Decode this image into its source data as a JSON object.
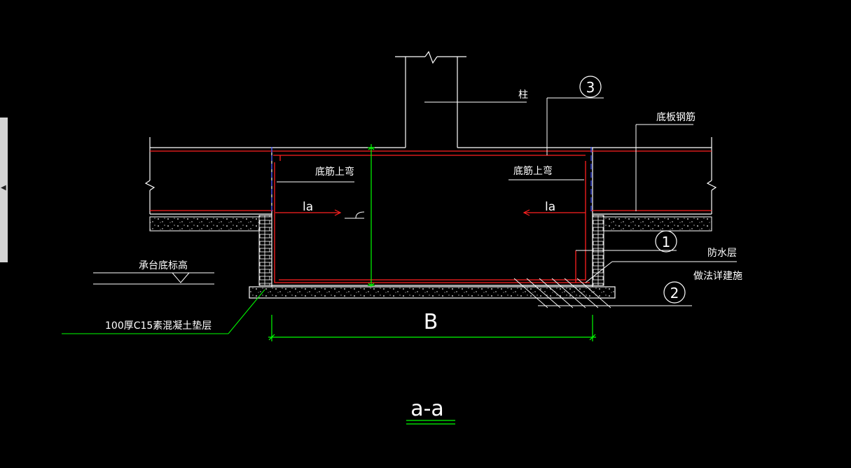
{
  "labels": {
    "column": "柱",
    "bottom_slab_rebar": "底板钢筋",
    "bend_up_left": "底筋上弯",
    "bend_up_right": "底筋上弯",
    "la_left": "la",
    "la_right": "la",
    "pile_cap_bottom_elev": "承台底标高",
    "waterproof_layer": "防水层",
    "waterproof_detail": "做法详建施",
    "cushion_layer": "100厚C15素混凝土垫层",
    "width_B": "B",
    "section_title": "a-a",
    "callout_1": "1",
    "callout_2": "2",
    "callout_3": "3"
  },
  "side_tab": {
    "arrow": "◀"
  },
  "colors": {
    "background": "#000000",
    "outline": "#ffffff",
    "rebar": "#ff2020",
    "dimension": "#00ff00",
    "hidden_line": "#3a4dff",
    "leader": "#ffffff"
  }
}
